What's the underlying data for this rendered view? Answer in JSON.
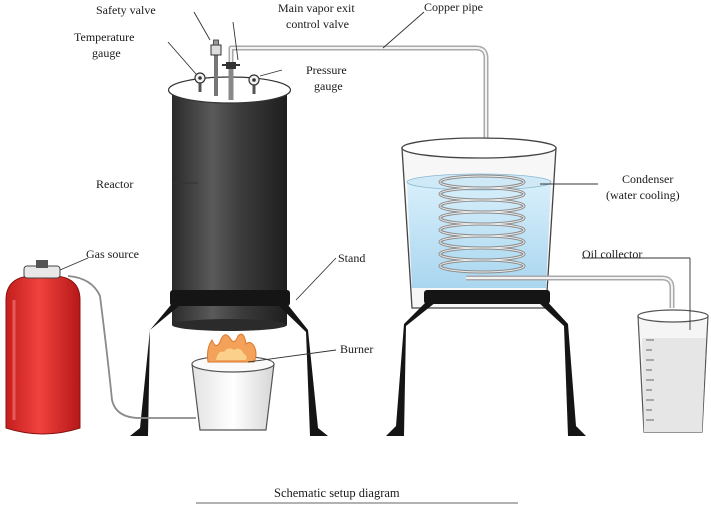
{
  "labels": {
    "safety_valve": "Safety valve",
    "main_vapor_line1": "Main vapor exit",
    "main_vapor_line2": "control valve",
    "copper_pipe": "Copper pipe",
    "temperature_line1": "Temperature",
    "temperature_line2": "gauge",
    "pressure_line1": "Pressure",
    "pressure_line2": "gauge",
    "reactor": "Reactor",
    "condenser_line1": "Condenser",
    "condenser_line2": "(water cooling)",
    "gas_source": "Gas source",
    "stand": "Stand",
    "oil_collector": "Oil collector",
    "burner": "Burner"
  },
  "caption": "Schematic setup diagram",
  "colors": {
    "reactor_body": "#3a3a3a",
    "gas_cylinder": "#e8302f",
    "flame": "#f4a25a",
    "water": "#bfe2f5",
    "stand": "#1a1a1a"
  }
}
